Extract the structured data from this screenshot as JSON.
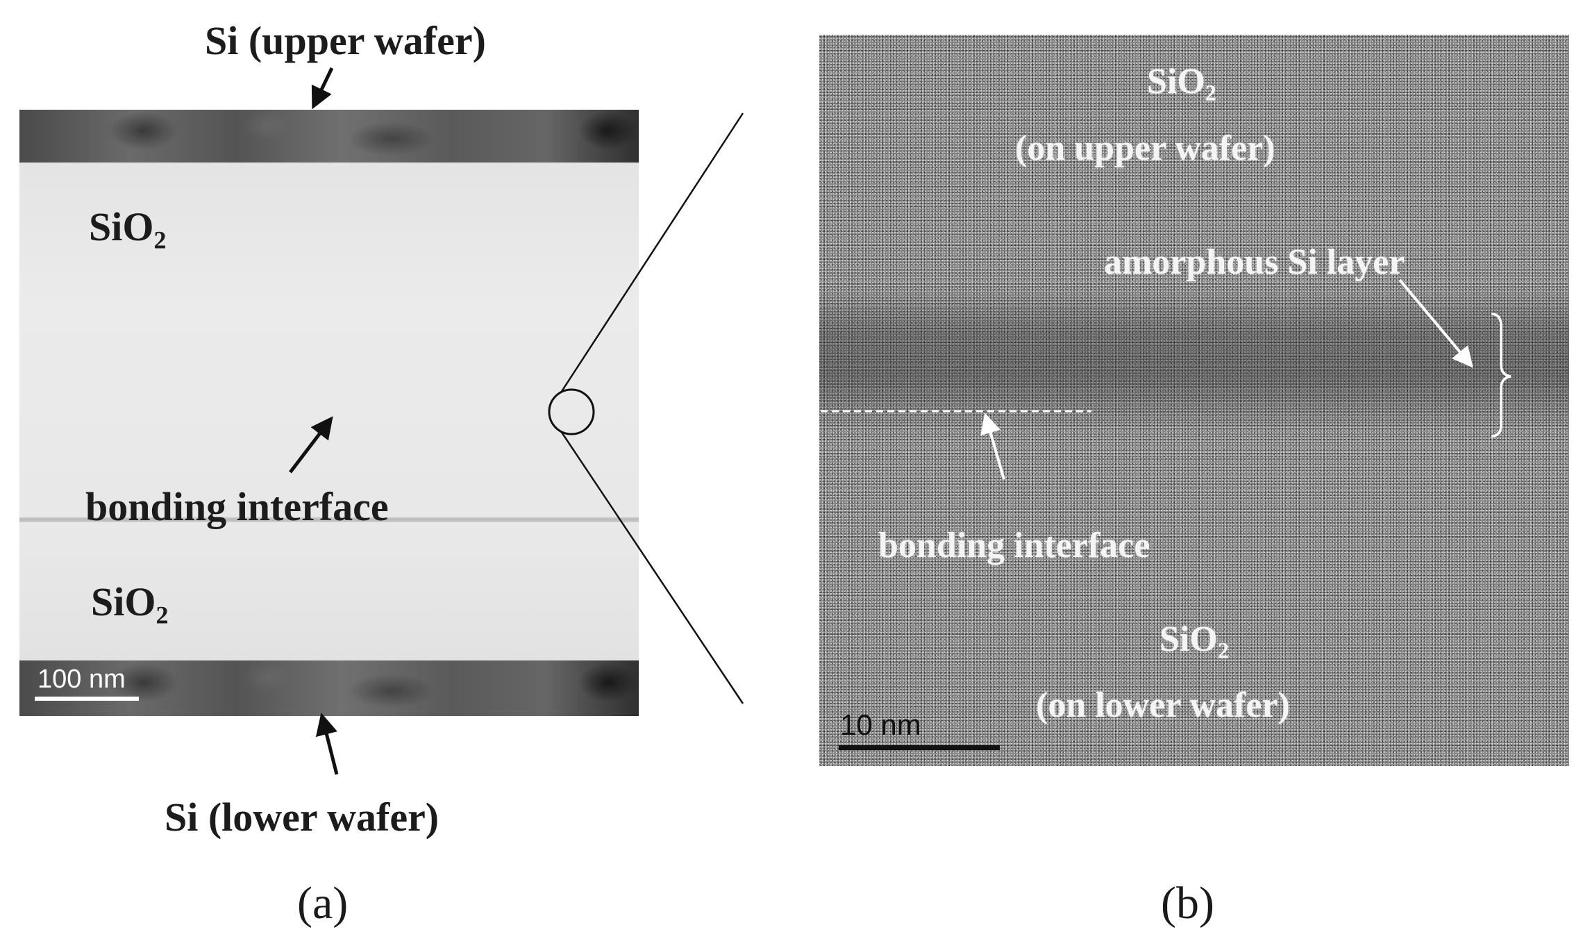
{
  "panel_a": {
    "label_si_upper": "Si (upper wafer)",
    "label_sio2_upper_main": "SiO",
    "label_sio2_upper_sub": "2",
    "label_bonding": "bonding interface",
    "label_sio2_lower_main": "SiO",
    "label_sio2_lower_sub": "2",
    "label_si_lower": "Si (lower wafer)",
    "scale_label": "100 nm",
    "caption": "(a)"
  },
  "panel_b": {
    "label_sio2_upper_main": "SiO",
    "label_sio2_upper_sub": "2",
    "label_upper_wafer": "(on upper wafer)",
    "label_amorphous": "amorphous Si layer",
    "label_bonding": "bonding interface",
    "label_sio2_lower_main": "SiO",
    "label_sio2_lower_sub": "2",
    "label_lower_wafer": "(on lower wafer)",
    "scale_label": "10 nm",
    "caption": "(b)"
  },
  "colors": {
    "silicon": "#5a5a5a",
    "oxide": "#e7e7e7",
    "hrtem_background": "#8a8a8a",
    "annotation_dark": "#1c1c1c",
    "annotation_light": "#f4f4f4"
  }
}
